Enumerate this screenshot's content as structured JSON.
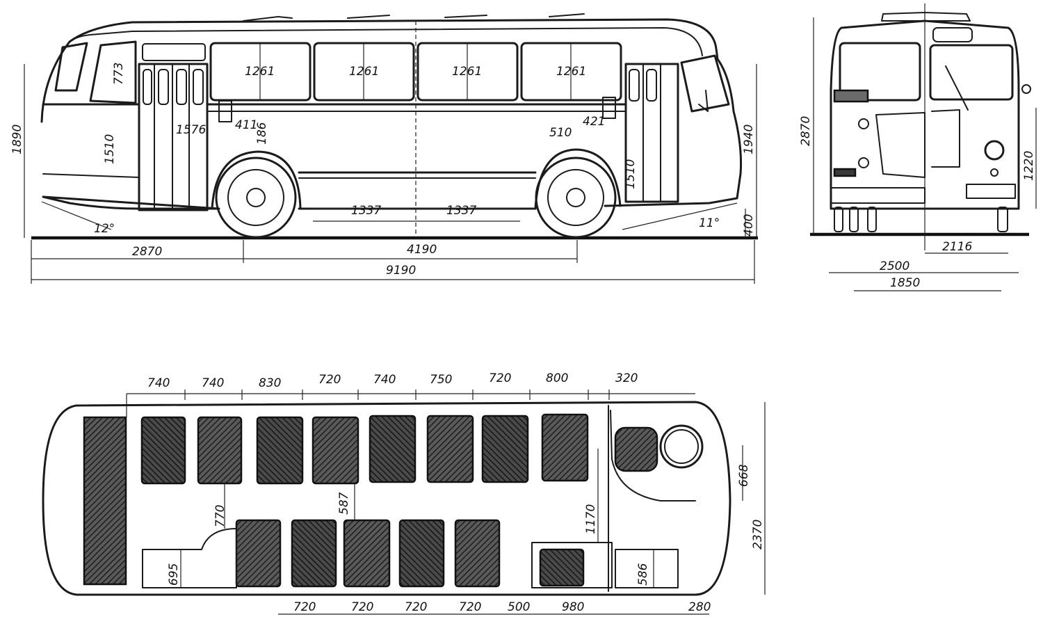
{
  "side_view": {
    "window_widths": [
      "1261",
      "1261",
      "1261",
      "1261"
    ],
    "front_window_height": "773",
    "door_height_front": "1576",
    "door_height_left": "1510",
    "door_height_right": "1510",
    "step_width": "411",
    "step_height": "186",
    "rear_step_width": "421",
    "axle_offset": "510",
    "body_height_left": "1890",
    "body_height_right": "1940",
    "floor_height": "400",
    "approach_angle": "11°",
    "departure_angle": "12°",
    "skirt_lengths": [
      "1337",
      "1337"
    ],
    "front_overhang": "2870",
    "wheelbase": "4190",
    "overall_length": "9190"
  },
  "front_view": {
    "overall_height": "2870",
    "headlamp_height": "1220",
    "track_width": "2116",
    "overall_width": "2500",
    "inner_width": "1850"
  },
  "plan_view": {
    "top_pitches": [
      "740",
      "740",
      "830",
      "720",
      "740",
      "750",
      "720",
      "800",
      "320"
    ],
    "bottom_pitches": [
      "720",
      "720",
      "720",
      "720",
      "500",
      "980",
      "280"
    ],
    "aisle_width": "587",
    "left_aisle": "770",
    "center_aisle": "1170",
    "rear_seat_depth": "695",
    "door_step_depth": "586",
    "spare_wheel_width": "668",
    "overall_width": "2370"
  }
}
